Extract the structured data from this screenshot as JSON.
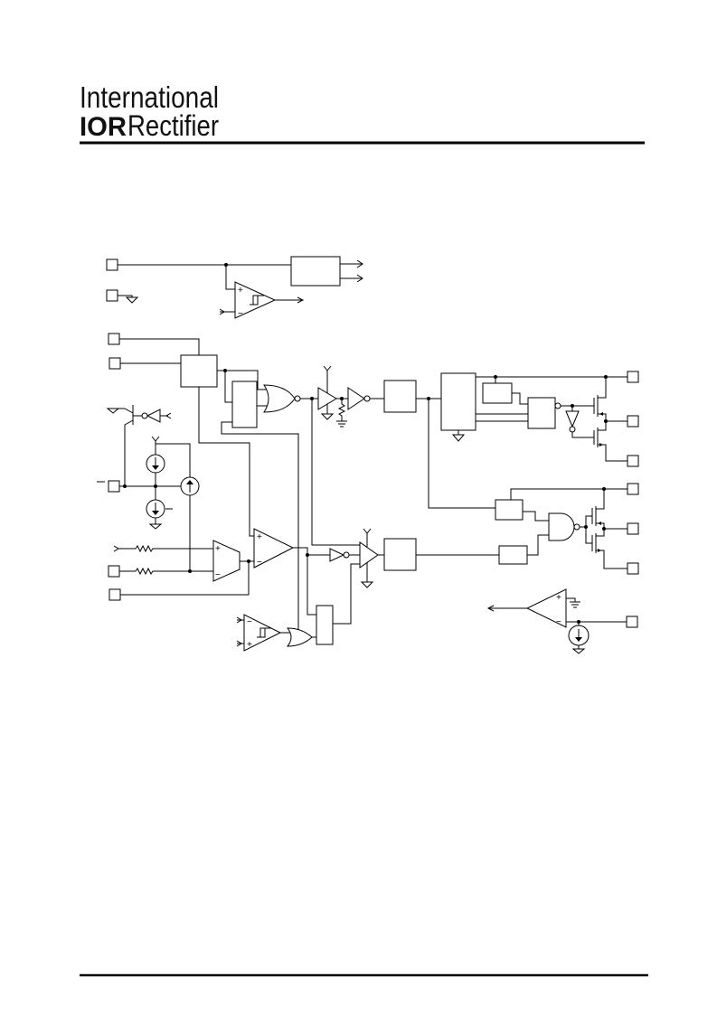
{
  "header": {
    "company_line1": "International",
    "logo_mark": "IOR",
    "company_line2": "Rectifier"
  },
  "diagram": {
    "plus_sign": "+",
    "minus_sign": "−"
  }
}
